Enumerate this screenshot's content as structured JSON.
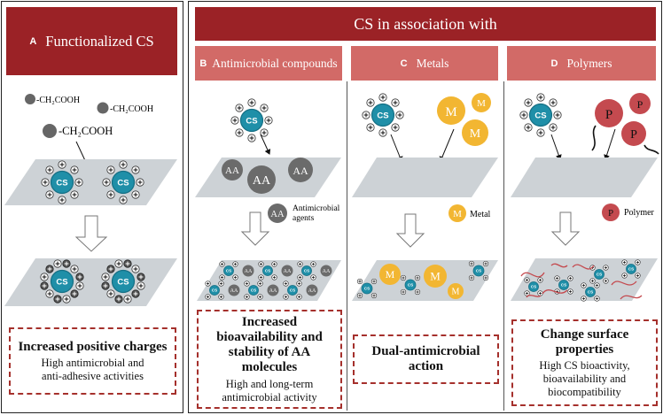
{
  "panel_a": {
    "letter": "A",
    "title": "Functionalized CS",
    "groups": [
      "-CH₂COOH",
      "-CH₂COOH",
      "-CH₂COOH"
    ],
    "chip_label": "CS",
    "result_title": "Increased positive charges",
    "result_desc_1": "High antimicrobial and",
    "result_desc_2": "anti-adhesive activities"
  },
  "main_header": "CS in association with",
  "panel_b": {
    "letter": "B",
    "title": "Antimicrobial compounds",
    "aa_label": "AA",
    "legend_1": "Antimicrobial",
    "legend_2": "agents",
    "result_title_1": "Increased",
    "result_title_2": "bioavailability and",
    "result_title_3": "stability of AA",
    "result_title_4": "molecules",
    "result_desc_1": "High and long-term",
    "result_desc_2": "antimicrobial activity"
  },
  "panel_c": {
    "letter": "C",
    "title": "Metals",
    "m_label": "M",
    "legend": "Metal",
    "result_title_1": "Dual-antimicrobial",
    "result_title_2": "action"
  },
  "panel_d": {
    "letter": "D",
    "title": "Polymers",
    "p_label": "P",
    "legend": "Polymer",
    "result_title_1": "Change surface",
    "result_title_2": "properties",
    "result_desc_1": "High CS bioactivity,",
    "result_desc_2": "bioavailability and",
    "result_desc_3": "biocompatibility"
  },
  "colors": {
    "dark_red": "#9b2226",
    "light_red": "#d26a67",
    "teal": "#1f8fa8",
    "metal": "#f2b632",
    "polymer": "#c44a4f",
    "aa_gray": "#6b6b6b",
    "surface": "#cdd2d6"
  }
}
